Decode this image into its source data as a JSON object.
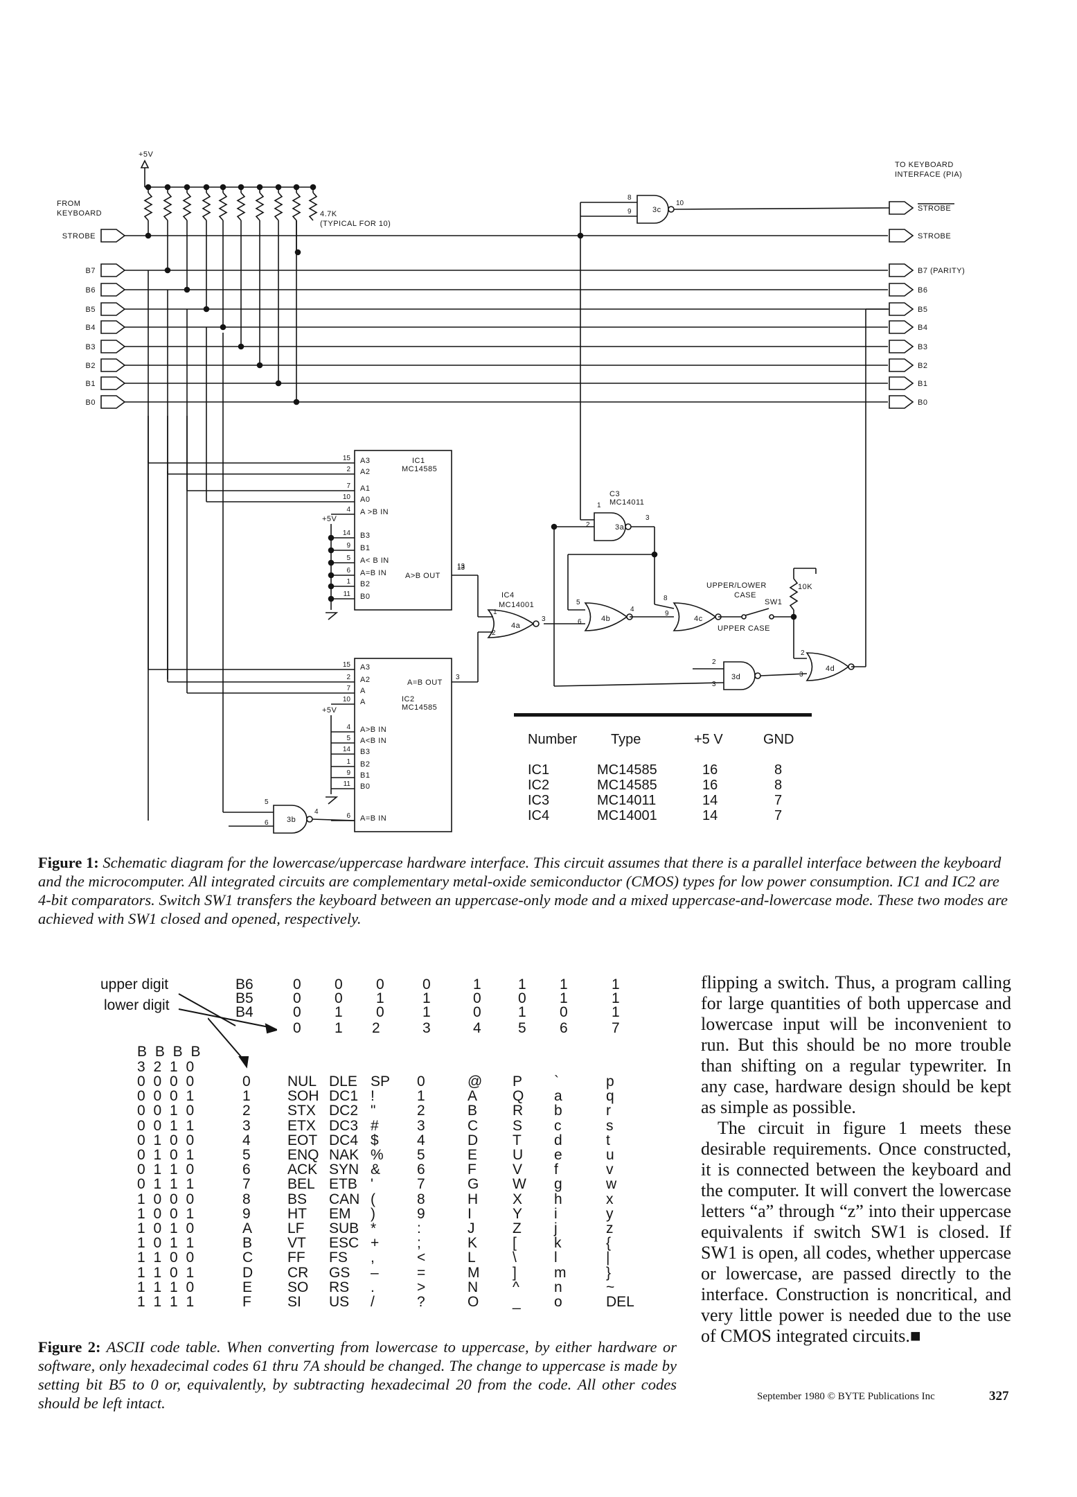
{
  "figure1": {
    "schematic": {
      "supply": "+5V",
      "from_keyboard": "FROM\nKEYBOARD",
      "to_interface": [
        "TO KEYBOARD",
        "INTERFACE (PIA)"
      ],
      "resistor_value": "4.7K",
      "resistor_note": "(TYPICAL FOR 10)",
      "inputs": [
        "STROBE",
        "B7",
        "B6",
        "B5",
        "B4",
        "B3",
        "B2",
        "B1",
        "B0"
      ],
      "outputs": [
        "STROBE",
        "STROBE",
        "B7 (PARITY)",
        "B6",
        "B5",
        "B4",
        "B3",
        "B2",
        "B1",
        "B0"
      ],
      "ic1": {
        "name": "IC1",
        "part": "MC14585",
        "pins_left": [
          "15",
          "2",
          "7",
          "10",
          "4",
          "14",
          "9",
          "5",
          "6",
          "1",
          "11"
        ],
        "labels": [
          "A3",
          "A2",
          "A1",
          "A0",
          "A >B IN",
          "B3",
          "B1",
          "A< B IN",
          "A=B IN",
          "B2",
          "B0"
        ],
        "out_label": "A>B OUT",
        "out_pin": "13"
      },
      "ic2": {
        "name": "IC2",
        "part": "MC14585",
        "pins_left": [
          "15",
          "2",
          "7",
          "10",
          "4",
          "5",
          "14",
          "1",
          "9",
          "11",
          "6"
        ],
        "labels": [
          "A3",
          "A2",
          "A",
          "A",
          "A>B IN",
          "A<B IN",
          "B3",
          "B2",
          "B1",
          "B0",
          "A=B IN"
        ],
        "out_label": "A=B OUT",
        "out_pin": "3"
      },
      "c3": {
        "name": "C3",
        "part": "MC14011"
      },
      "ic4": {
        "name": "IC4",
        "part": "MC14001"
      },
      "gates": [
        "3c",
        "3a",
        "4a",
        "4b",
        "4c",
        "3d",
        "4d",
        "3b"
      ],
      "gate_pins": {
        "3c": [
          "8",
          "9",
          "10"
        ],
        "3a": [
          "1",
          "2",
          "3"
        ],
        "4a": [
          "1",
          "2",
          "3"
        ],
        "4b": [
          "5",
          "6",
          "4"
        ],
        "4c": [
          "8",
          "9"
        ],
        "3d": [
          "2",
          "3"
        ],
        "4d": [
          "2",
          "3"
        ],
        "3b": [
          "5",
          "6",
          "4"
        ],
        "ic1_link": "13"
      },
      "switch_label": [
        "UPPER/LOWER",
        "CASE"
      ],
      "switch_name": "SW1",
      "switch_resistor": "10K",
      "upper_case": "UPPER CASE"
    },
    "table": {
      "headers": [
        "Number",
        "Type",
        "+5 V",
        "GND"
      ],
      "rows": [
        [
          "IC1",
          "MC14585",
          "16",
          "8"
        ],
        [
          "IC2",
          "MC14585",
          "16",
          "8"
        ],
        [
          "IC3",
          "MC14011",
          "14",
          "7"
        ],
        [
          "IC4",
          "MC14001",
          "14",
          "7"
        ]
      ]
    },
    "caption_label": "Figure 1:",
    "caption": "Schematic diagram for the lowercase/uppercase hardware interface. This circuit assumes that there is a parallel interface between the keyboard and the microcomputer. All integrated circuits are complementary metal-oxide semiconductor (CMOS) types for low power consumption. IC1 and IC2 are 4-bit comparators. Switch SW1 transfers the keyboard between an uppercase-only mode and a mixed uppercase-and-lowercase mode. These two modes are achieved with SW1 closed and opened, respectively."
  },
  "figure2": {
    "upper_digit": "upper digit",
    "lower_digit": "lower digit",
    "bit_labels": [
      "B6",
      "B5",
      "B4"
    ],
    "upper_bits": [
      [
        "0",
        "0",
        "0"
      ],
      [
        "0",
        "0",
        "1"
      ],
      [
        "0",
        "1",
        "0"
      ],
      [
        "0",
        "1",
        "1"
      ],
      [
        "1",
        "0",
        "0"
      ],
      [
        "1",
        "0",
        "1"
      ],
      [
        "1",
        "1",
        "0"
      ],
      [
        "1",
        "1",
        "1"
      ]
    ],
    "upper_digits": [
      "0",
      "1",
      "2",
      "3",
      "4",
      "5",
      "6",
      "7"
    ],
    "lower_header": [
      "B B B B",
      "3 2 1 0"
    ],
    "lower_bits": [
      "0 0 0 0",
      "0 0 0 1",
      "0 0 1 0",
      "0 0 1 1",
      "0 1 0 0",
      "0 1 0 1",
      "0 1 1 0",
      "0 1 1 1",
      "1 0 0 0",
      "1 0 0 1",
      "1 0 1 0",
      "1 0 1 1",
      "1 1 0 0",
      "1 1 0 1",
      "1 1 1 0",
      "1 1 1 1"
    ],
    "lower_digits": [
      "0",
      "1",
      "2",
      "3",
      "4",
      "5",
      "6",
      "7",
      "8",
      "9",
      "A",
      "B",
      "C",
      "D",
      "E",
      "F"
    ],
    "columns": [
      [
        "NUL",
        "SOH",
        "STX",
        "ETX",
        "EOT",
        "ENQ",
        "ACK",
        "BEL",
        "BS",
        "HT",
        "LF",
        "VT",
        "FF",
        "CR",
        "SO",
        "SI"
      ],
      [
        "DLE",
        "DC1",
        "DC2",
        "DC3",
        "DC4",
        "NAK",
        "SYN",
        "ETB",
        "CAN",
        "EM",
        "SUB",
        "ESC",
        "FS",
        "GS",
        "RS",
        "US"
      ],
      [
        "SP",
        "!",
        "\"",
        "#",
        "$",
        "%",
        "&",
        "'",
        "(",
        ")",
        "*",
        "+",
        ",",
        "–",
        ".",
        "/"
      ],
      [
        "0",
        "1",
        "2",
        "3",
        "4",
        "5",
        "6",
        "7",
        "8",
        "9",
        ":",
        ";",
        "<",
        "=",
        ">",
        "?"
      ],
      [
        "@",
        "A",
        "B",
        "C",
        "D",
        "E",
        "F",
        "G",
        "H",
        "I",
        "J",
        "K",
        "L",
        "M",
        "N",
        "O"
      ],
      [
        "P",
        "Q",
        "R",
        "S",
        "T",
        "U",
        "V",
        "W",
        "X",
        "Y",
        "Z",
        "[",
        "\\",
        "]",
        "^",
        "_"
      ],
      [
        "`",
        "a",
        "b",
        "c",
        "d",
        "e",
        "f",
        "g",
        "h",
        "i",
        "j",
        "k",
        "l",
        "m",
        "n",
        "o"
      ],
      [
        "p",
        "q",
        "r",
        "s",
        "t",
        "u",
        "v",
        "w",
        "x",
        "y",
        "z",
        "{",
        "|",
        "}",
        "~",
        "DEL"
      ]
    ],
    "caption_label": "Figure 2:",
    "caption": "ASCII code table. When converting from lowercase to uppercase, by either hardware or software, only hexadecimal codes 61 thru 7A should be changed. The change to uppercase is made by setting bit B5 to 0 or, equivalently, by subtracting hexadecimal 20 from the code. All other codes should be left intact."
  },
  "body": {
    "p1": "flipping a switch. Thus, a program calling for large quantities of both uppercase and lowercase input will be inconvenient to run. But this should be no more trouble than shifting on a regular typewriter. In any case, hardware design should be kept as simple as possible.",
    "p2": "The circuit in figure 1 meets these desirable requirements. Once constructed, it is connected between the keyboard and the computer. It will convert the lowercase letters “a” through “z” into their uppercase equivalents if switch SW1 is closed. If SW1 is open, all codes, whether uppercase or lowercase, are passed directly to the interface. Construction is noncritical, and very little power is needed due to the use of CMOS integrated circuits.",
    "end_mark": "■"
  },
  "footer": {
    "folio": "September 1980 © BYTE Publications Inc",
    "page": "327"
  }
}
